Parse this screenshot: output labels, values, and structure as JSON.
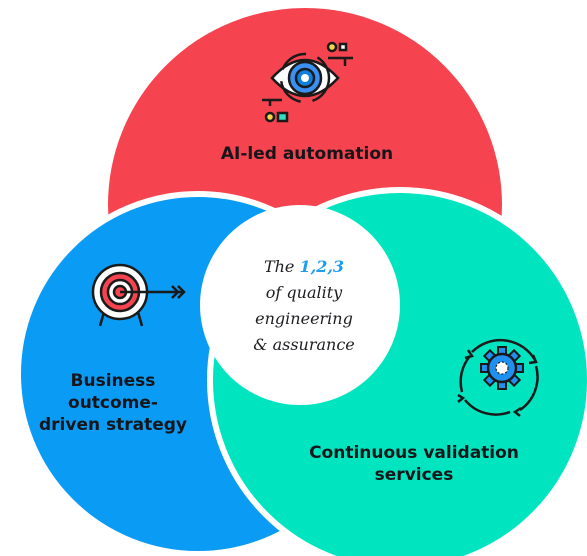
{
  "circles": {
    "top": {
      "label_lines": [
        "AI-led automation"
      ],
      "color": "#f5434f",
      "icon": "eye-icon"
    },
    "left": {
      "label_lines": [
        "Business",
        "outcome-",
        "driven strategy"
      ],
      "color": "#0a9bf5",
      "icon": "target-icon"
    },
    "right": {
      "label_lines": [
        "Continuous validation",
        "services"
      ],
      "color": "#00e5c0",
      "icon": "gear-cycle-icon"
    }
  },
  "center": {
    "prefix": "The",
    "numbers": "1,2,3",
    "lines": [
      "of quality",
      "engineering",
      "& assurance"
    ],
    "number_color": "#1f9cf0"
  },
  "outline_color": "#1a1a1a"
}
